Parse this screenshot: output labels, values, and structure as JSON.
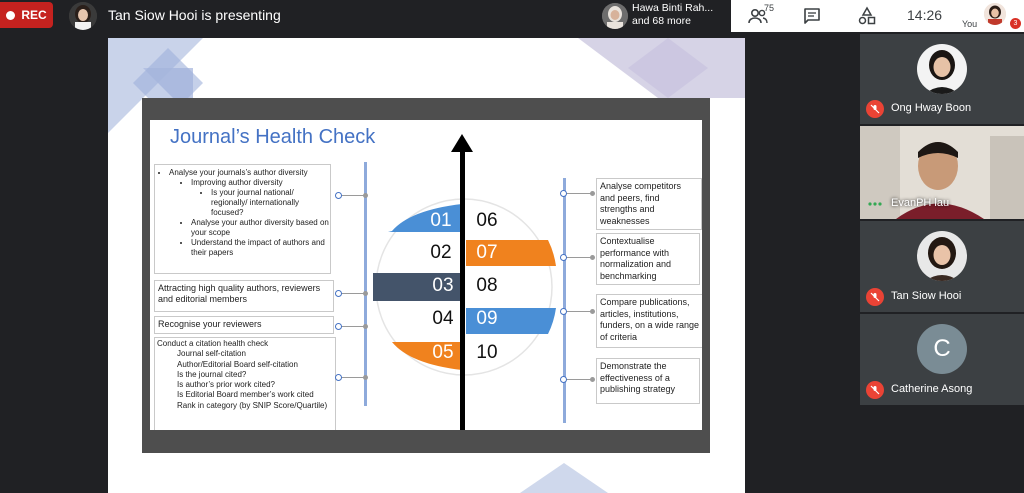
{
  "top": {
    "rec_label": "REC",
    "presenting_text": "Tan Siow Hooi is presenting",
    "people_line1": "Hawa Binti Rah...",
    "people_line2": "and 68 more",
    "participant_count": "75",
    "time": "14:26",
    "you_label": "You",
    "notification_count": "3"
  },
  "slide": {
    "title": "Journal’s Health Check",
    "left_box1": {
      "item1": "Analyse your journals’s author diversity",
      "item1a": "Improving author diversity",
      "item1a_i": "Is your journal national/ regionally/ internationally focused?",
      "item1b": "Analyse your author diversity based on your scope",
      "item1c": "Understand the impact of authors and their papers"
    },
    "left_box2": "Attracting high quality authors, reviewers and editorial members",
    "left_box3": "Recognise your reviewers",
    "left_box4": {
      "title": "Conduct a citation health check",
      "lines": [
        "Journal self-citation",
        "Author/Editorial Board self-citation",
        "Is the journal cited?",
        "Is author’s prior work cited?",
        "Is Editorial Board member’s work cited",
        "Rank in category (by SNIP Score/Quartile)"
      ]
    },
    "right_boxes": [
      "Analyse competitors and peers, find strengths and weaknesses",
      "Contextualise performance with normalization and benchmarking",
      "Compare publications, articles, institutions, funders, on a wide range of criteria",
      "Demonstrate the effectiveness of a publishing strategy"
    ],
    "numbers": [
      "01",
      "02",
      "03",
      "04",
      "05",
      "06",
      "07",
      "08",
      "09",
      "10"
    ]
  },
  "participants": [
    {
      "name": "Ong Hway Boon",
      "muted": true
    },
    {
      "name": "EvanPH lau",
      "muted": false
    },
    {
      "name": "Tan Siow Hooi",
      "muted": true
    },
    {
      "name": "Catherine Asong",
      "muted": true,
      "initial": "C"
    }
  ]
}
